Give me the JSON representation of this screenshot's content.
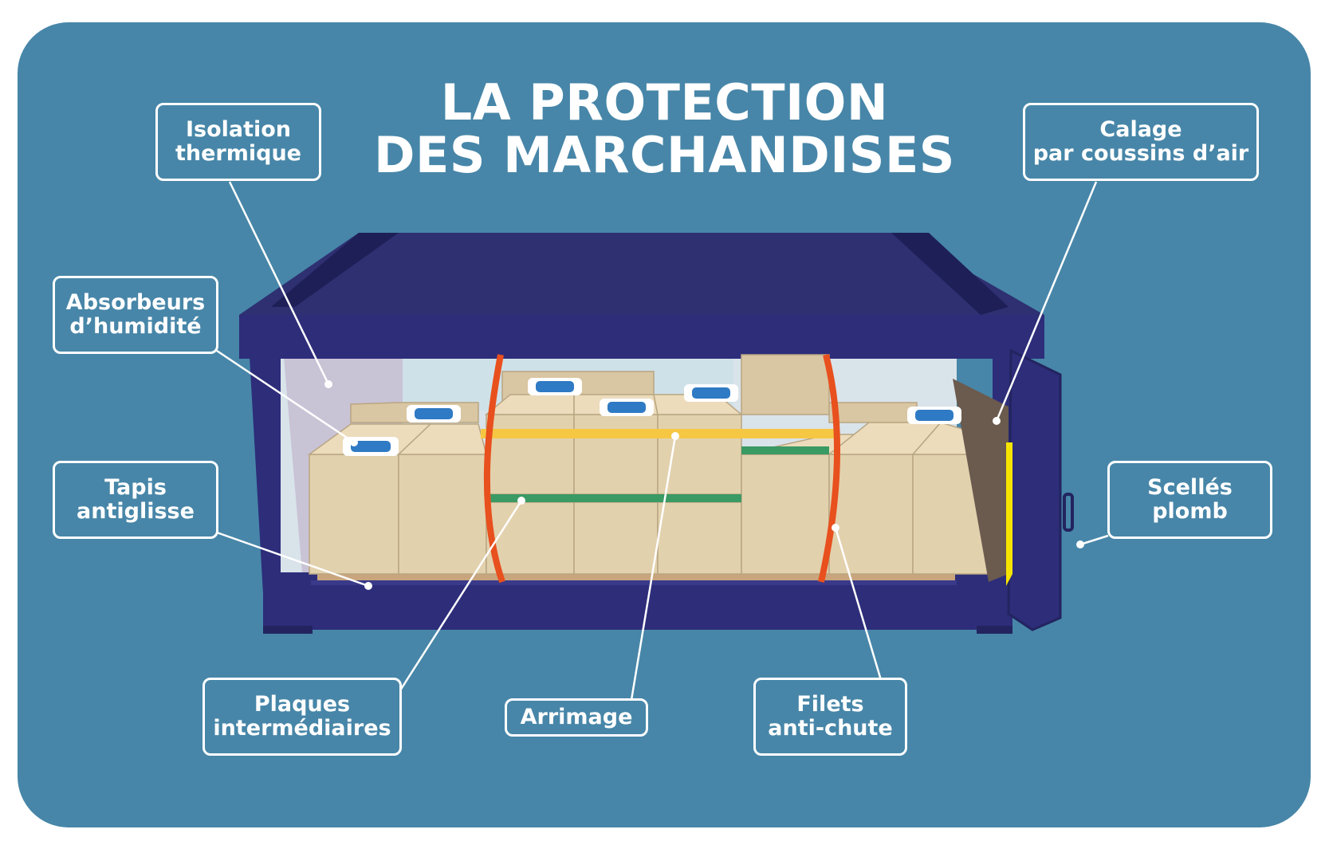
{
  "title": {
    "line1": "LA PROTECTION",
    "line2": "DES MARCHANDISES"
  },
  "labels": {
    "isolation": "Isolation\nthermique",
    "absorbeurs": "Absorbeurs\nd’humidité",
    "tapis": "Tapis\nantiglisse",
    "plaques": "Plaques\nintermédiaires",
    "arrimage": "Arrimage",
    "filets": "Filets\nanti-chute",
    "calage": "Calage\npar coussins d’air",
    "scelles": "Scellés\nplomb"
  },
  "colors": {
    "background": "#4786a8",
    "container": "#2d2d7a",
    "box": "#e2d1ad",
    "strap": "#e8501e",
    "bar": "#f6c743",
    "plate": "#3a9a63",
    "absorber": "#2f7ac4"
  }
}
